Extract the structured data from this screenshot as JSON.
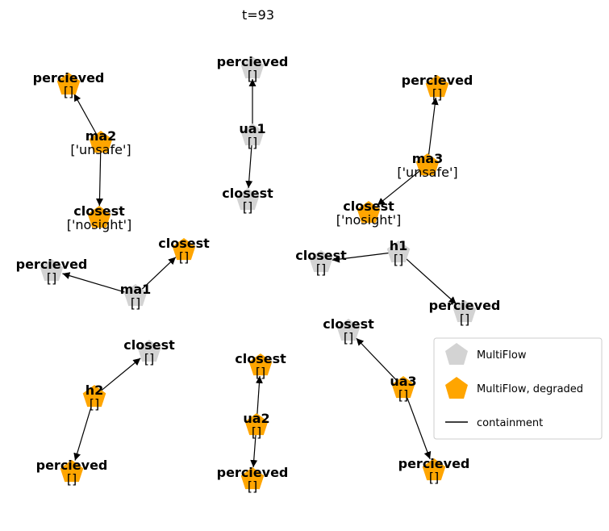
{
  "title": "t=93",
  "colors": {
    "normal": "#d3d3d3",
    "degraded": "#ffa500"
  },
  "legend": [
    {
      "label": "MultiFlow",
      "kind": "normal"
    },
    {
      "label": "MultiFlow, degraded",
      "kind": "degraded"
    },
    {
      "label": "containment",
      "kind": "line"
    }
  ],
  "nodes": [
    {
      "id": "ma2_p",
      "name": "percieved",
      "value": "[]",
      "status": "degraded"
    },
    {
      "id": "ma2",
      "name": "ma2",
      "value": "['unsafe']",
      "status": "degraded"
    },
    {
      "id": "ma2_c",
      "name": "closest",
      "value": "['nosight']",
      "status": "degraded"
    },
    {
      "id": "ua1_p",
      "name": "percieved",
      "value": "[]",
      "status": "normal"
    },
    {
      "id": "ua1",
      "name": "ua1",
      "value": "[]",
      "status": "normal"
    },
    {
      "id": "ua1_c",
      "name": "closest",
      "value": "[]",
      "status": "normal"
    },
    {
      "id": "ma3_p",
      "name": "percieved",
      "value": "[]",
      "status": "degraded"
    },
    {
      "id": "ma3",
      "name": "ma3",
      "value": "['unsafe']",
      "status": "degraded"
    },
    {
      "id": "ma3_c",
      "name": "closest",
      "value": "['nosight']",
      "status": "degraded"
    },
    {
      "id": "ma1_c",
      "name": "closest",
      "value": "[]",
      "status": "degraded"
    },
    {
      "id": "ma1_p",
      "name": "percieved",
      "value": "[]",
      "status": "normal"
    },
    {
      "id": "ma1",
      "name": "ma1",
      "value": "[]",
      "status": "normal"
    },
    {
      "id": "h1_c",
      "name": "closest",
      "value": "[]",
      "status": "normal"
    },
    {
      "id": "h1",
      "name": "h1",
      "value": "[]",
      "status": "normal"
    },
    {
      "id": "h1_p",
      "name": "percieved",
      "value": "[]",
      "status": "normal"
    },
    {
      "id": "h2_c",
      "name": "closest",
      "value": "[]",
      "status": "normal"
    },
    {
      "id": "h2",
      "name": "h2",
      "value": "[]",
      "status": "degraded"
    },
    {
      "id": "h2_p",
      "name": "percieved",
      "value": "[]",
      "status": "degraded"
    },
    {
      "id": "ua2_c",
      "name": "closest",
      "value": "[]",
      "status": "degraded"
    },
    {
      "id": "ua2",
      "name": "ua2",
      "value": "[]",
      "status": "degraded"
    },
    {
      "id": "ua2_p",
      "name": "percieved",
      "value": "[]",
      "status": "degraded"
    },
    {
      "id": "ua3_c",
      "name": "closest",
      "value": "[]",
      "status": "normal"
    },
    {
      "id": "ua3",
      "name": "ua3",
      "value": "[]",
      "status": "degraded"
    },
    {
      "id": "ua3_p",
      "name": "percieved",
      "value": "[]",
      "status": "degraded"
    }
  ],
  "edges": [
    {
      "from": "ma2",
      "to": "ma2_p"
    },
    {
      "from": "ma2",
      "to": "ma2_c"
    },
    {
      "from": "ua1",
      "to": "ua1_p"
    },
    {
      "from": "ua1",
      "to": "ua1_c"
    },
    {
      "from": "ma3",
      "to": "ma3_p"
    },
    {
      "from": "ma3",
      "to": "ma3_c"
    },
    {
      "from": "ma1",
      "to": "ma1_c"
    },
    {
      "from": "ma1",
      "to": "ma1_p"
    },
    {
      "from": "h1",
      "to": "h1_c"
    },
    {
      "from": "h1",
      "to": "h1_p"
    },
    {
      "from": "h2",
      "to": "h2_c"
    },
    {
      "from": "h2",
      "to": "h2_p"
    },
    {
      "from": "ua2",
      "to": "ua2_c"
    },
    {
      "from": "ua2",
      "to": "ua2_p"
    },
    {
      "from": "ua3",
      "to": "ua3_c"
    },
    {
      "from": "ua3",
      "to": "ua3_p"
    }
  ]
}
